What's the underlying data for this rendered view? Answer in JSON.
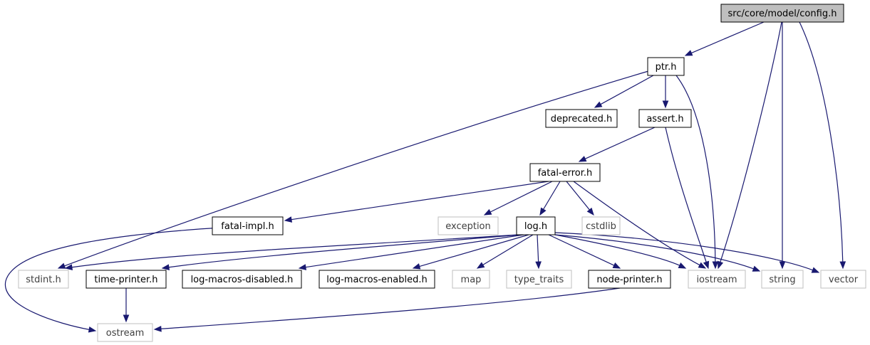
{
  "colors": {
    "edge": "#191970",
    "root_fill": "#bfbfbf",
    "node_fill": "#ffffff",
    "node_border": "#000000",
    "external_border": "#bfbfbf",
    "external_text": "#404040",
    "text": "#000000"
  },
  "nodes": [
    {
      "id": "config",
      "label": "src/core/model/config.h",
      "kind": "root"
    },
    {
      "id": "ptr",
      "label": "ptr.h",
      "kind": "local"
    },
    {
      "id": "deprecated",
      "label": "deprecated.h",
      "kind": "local"
    },
    {
      "id": "assert",
      "label": "assert.h",
      "kind": "local"
    },
    {
      "id": "fatal_error",
      "label": "fatal-error.h",
      "kind": "local"
    },
    {
      "id": "fatal_impl",
      "label": "fatal-impl.h",
      "kind": "local"
    },
    {
      "id": "exception",
      "label": "exception",
      "kind": "external"
    },
    {
      "id": "log",
      "label": "log.h",
      "kind": "local"
    },
    {
      "id": "cstdlib",
      "label": "cstdlib",
      "kind": "external"
    },
    {
      "id": "stdint",
      "label": "stdint.h",
      "kind": "external"
    },
    {
      "id": "time_printer",
      "label": "time-printer.h",
      "kind": "local"
    },
    {
      "id": "log_macros_disabled",
      "label": "log-macros-disabled.h",
      "kind": "local"
    },
    {
      "id": "log_macros_enabled",
      "label": "log-macros-enabled.h",
      "kind": "local"
    },
    {
      "id": "map",
      "label": "map",
      "kind": "external"
    },
    {
      "id": "type_traits",
      "label": "type_traits",
      "kind": "external"
    },
    {
      "id": "node_printer",
      "label": "node-printer.h",
      "kind": "local"
    },
    {
      "id": "iostream",
      "label": "iostream",
      "kind": "external"
    },
    {
      "id": "string",
      "label": "string",
      "kind": "external"
    },
    {
      "id": "vector",
      "label": "vector",
      "kind": "external"
    },
    {
      "id": "ostream",
      "label": "ostream",
      "kind": "external"
    }
  ],
  "edges": [
    {
      "from": "config",
      "to": "ptr"
    },
    {
      "from": "config",
      "to": "iostream"
    },
    {
      "from": "config",
      "to": "string"
    },
    {
      "from": "config",
      "to": "vector"
    },
    {
      "from": "ptr",
      "to": "deprecated"
    },
    {
      "from": "ptr",
      "to": "assert"
    },
    {
      "from": "ptr",
      "to": "iostream"
    },
    {
      "from": "ptr",
      "to": "stdint"
    },
    {
      "from": "assert",
      "to": "fatal_error"
    },
    {
      "from": "assert",
      "to": "iostream"
    },
    {
      "from": "fatal_error",
      "to": "fatal_impl"
    },
    {
      "from": "fatal_error",
      "to": "exception"
    },
    {
      "from": "fatal_error",
      "to": "log"
    },
    {
      "from": "fatal_error",
      "to": "cstdlib"
    },
    {
      "from": "fatal_error",
      "to": "iostream"
    },
    {
      "from": "fatal_impl",
      "to": "ostream"
    },
    {
      "from": "log",
      "to": "stdint"
    },
    {
      "from": "log",
      "to": "time_printer"
    },
    {
      "from": "log",
      "to": "log_macros_disabled"
    },
    {
      "from": "log",
      "to": "log_macros_enabled"
    },
    {
      "from": "log",
      "to": "map"
    },
    {
      "from": "log",
      "to": "type_traits"
    },
    {
      "from": "log",
      "to": "node_printer"
    },
    {
      "from": "log",
      "to": "iostream"
    },
    {
      "from": "log",
      "to": "string"
    },
    {
      "from": "log",
      "to": "vector"
    },
    {
      "from": "time_printer",
      "to": "ostream"
    },
    {
      "from": "node_printer",
      "to": "ostream"
    }
  ]
}
